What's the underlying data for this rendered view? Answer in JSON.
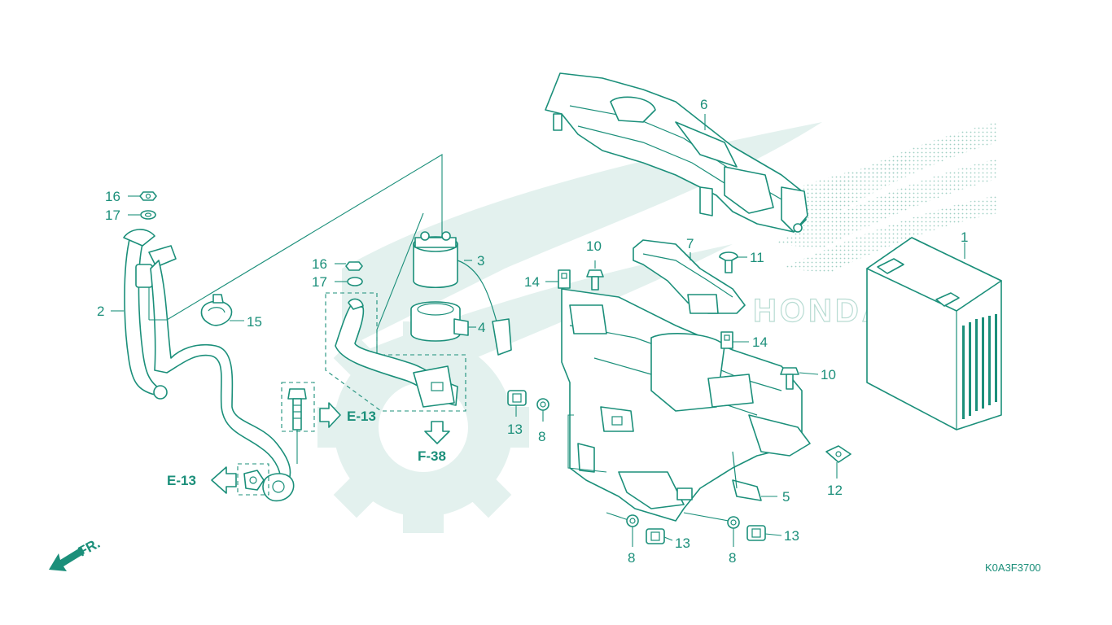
{
  "diagram": {
    "code": "K0A3F3700",
    "front_marker": "FR.",
    "refs": {
      "e13_left": "E-13",
      "e13_right": "E-13",
      "f38": "F-38"
    },
    "watermark_text": "HONDA",
    "callouts": [
      {
        "id": "c1",
        "text": "1"
      },
      {
        "id": "c2",
        "text": "2"
      },
      {
        "id": "c3",
        "text": "3"
      },
      {
        "id": "c4",
        "text": "4"
      },
      {
        "id": "c5",
        "text": "5"
      },
      {
        "id": "c6",
        "text": "6"
      },
      {
        "id": "c7",
        "text": "7"
      },
      {
        "id": "c8a",
        "text": "8"
      },
      {
        "id": "c8b",
        "text": "8"
      },
      {
        "id": "c8c",
        "text": "8"
      },
      {
        "id": "c10a",
        "text": "10"
      },
      {
        "id": "c10b",
        "text": "10"
      },
      {
        "id": "c11",
        "text": "11"
      },
      {
        "id": "c12",
        "text": "12"
      },
      {
        "id": "c13a",
        "text": "13"
      },
      {
        "id": "c13b",
        "text": "13"
      },
      {
        "id": "c13c",
        "text": "13"
      },
      {
        "id": "c14a",
        "text": "14"
      },
      {
        "id": "c14b",
        "text": "14"
      },
      {
        "id": "c15",
        "text": "15"
      },
      {
        "id": "c16a",
        "text": "16"
      },
      {
        "id": "c16b",
        "text": "16"
      },
      {
        "id": "c17a",
        "text": "17"
      },
      {
        "id": "c17b",
        "text": "17"
      }
    ],
    "colors": {
      "line": "#1b8f7a",
      "watermark": "#e3f1ee",
      "background": "#ffffff"
    }
  }
}
